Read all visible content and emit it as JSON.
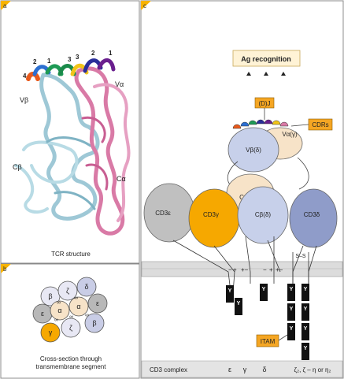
{
  "panels": {
    "a": {
      "letter": "a",
      "caption": "TCR structure",
      "chains": {
        "vb": "Vβ",
        "va": "Vα",
        "cb": "Cβ",
        "ca": "Cα"
      },
      "loop_numbers": [
        "4",
        "2",
        "1",
        "3",
        "3",
        "2",
        "1"
      ]
    },
    "b": {
      "letter": "b",
      "caption_line1": "Cross-section through",
      "caption_line2": "transmembrane segment",
      "subunits": {
        "beta_top": "β",
        "zeta_top": "ζ",
        "delta": "δ",
        "epsilon_left": "ε",
        "alpha_left": "α",
        "alpha_right": "α",
        "epsilon_right": "ε",
        "gamma": "γ",
        "zeta_bottom": "ζ",
        "beta_right": "β"
      }
    },
    "c": {
      "letter": "c",
      "ag_recognition": "Ag recognition",
      "dj_label": "(D)J",
      "cdrs_label": "CDRs",
      "itam_label": "ITAM",
      "chains": {
        "va": "Vα(γ)",
        "vb": "Vβ(δ)",
        "ca": "Cα(γ)",
        "cb": "Cβ(δ)",
        "cd3e": "CD3ε",
        "cd3g": "CD3γ",
        "cd3d": "CD3δ"
      },
      "charges": {
        "cd3e": "−",
        "cd3g": "+",
        "cb": "+−",
        "ca": "−",
        "cd3d_bond": "+",
        "tcr_charges": "+−",
        "zeta_disulfide": "S–S"
      },
      "itam_mark": "Y",
      "complex_label": "CD3 complex",
      "bottom_labels": [
        "ε",
        "γ",
        "δ",
        "ζ₂, ζ – η or η₂"
      ]
    }
  },
  "colors": {
    "panel_letter_bg": "#f7b300",
    "label_box": "#f5a623",
    "cd3e": "#c0c0c0",
    "cd3g": "#f6a800",
    "cb": "#c7d0ea",
    "cd3d": "#8f9cc9",
    "vb": "#c7d0ea",
    "va": "#f7e3c8",
    "ca": "#f7e3c8",
    "membrane": "#dcdcdc",
    "ribbon_light_blue": "#9ec8d6",
    "ribbon_pink": "#d97aa6"
  }
}
